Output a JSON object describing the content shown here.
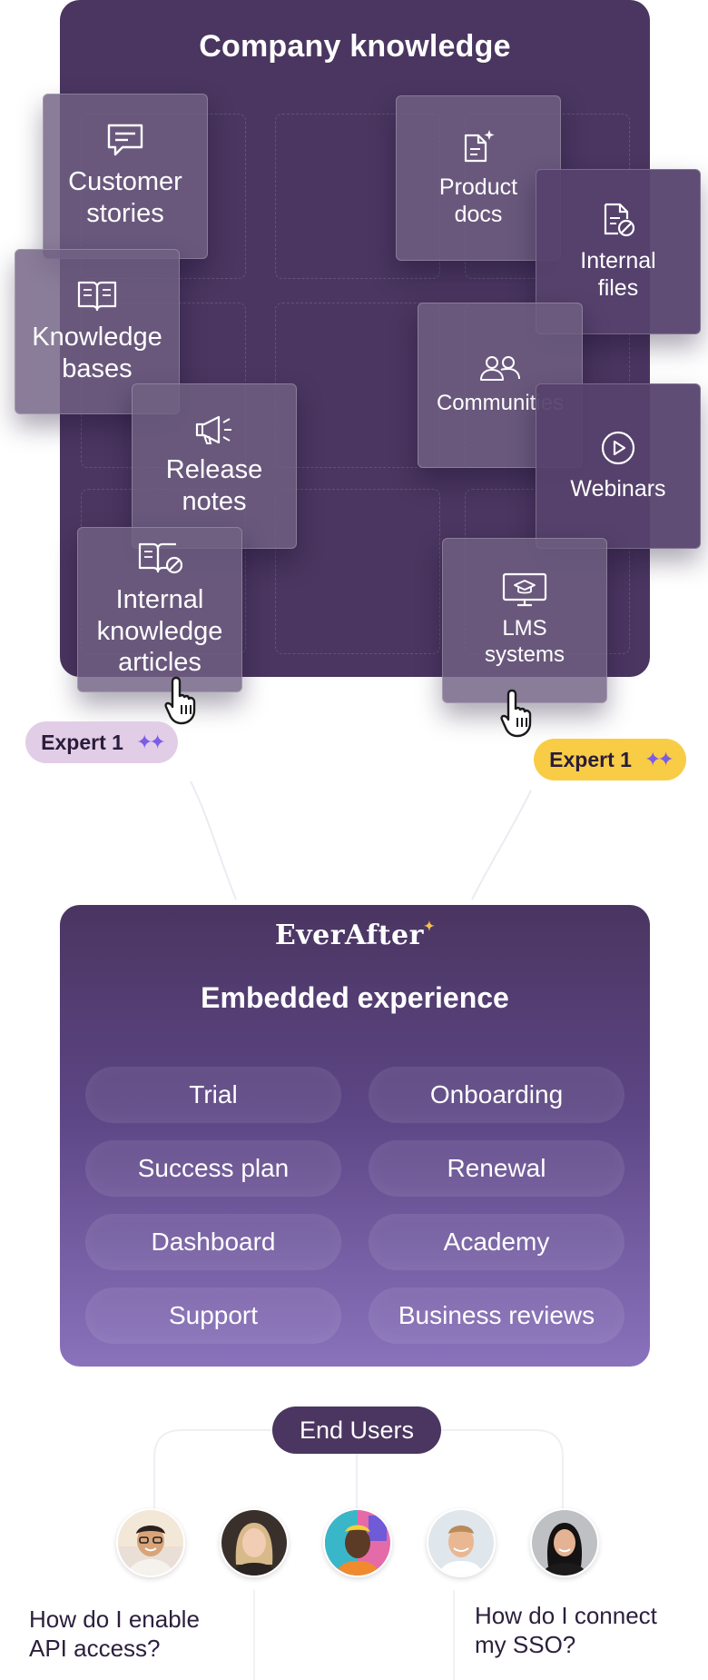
{
  "company_knowledge": {
    "title": "Company knowledge",
    "cards": [
      {
        "id": "customer-stories",
        "line1": "Customer",
        "line2": "stories",
        "icon": "message-icon"
      },
      {
        "id": "product-docs",
        "line1": "Product",
        "line2": "docs",
        "icon": "document-sparkle-icon"
      },
      {
        "id": "internal-files",
        "line1": "Internal",
        "line2": "files",
        "icon": "file-blocked-icon"
      },
      {
        "id": "knowledge-bases",
        "line1": "Knowledge",
        "line2": "bases",
        "icon": "open-book-icon"
      },
      {
        "id": "communities",
        "line1": "Communities",
        "line2": "",
        "icon": "people-icon"
      },
      {
        "id": "release-notes",
        "line1": "Release",
        "line2": "notes",
        "icon": "megaphone-icon"
      },
      {
        "id": "webinars",
        "line1": "Webinars",
        "line2": "",
        "icon": "play-icon"
      },
      {
        "id": "internal-knowledge-articles",
        "line1": "Internal",
        "line2": "knowledge",
        "line3": "articles",
        "icon": "book-blocked-icon"
      },
      {
        "id": "lms-systems",
        "line1": "LMS",
        "line2": "systems",
        "icon": "monitor-graduation-icon"
      }
    ]
  },
  "experts": {
    "left": {
      "label": "Expert 1",
      "color": "#e2cde6"
    },
    "right": {
      "label": "Expert 1",
      "color": "#f8cd45"
    }
  },
  "embedded": {
    "brand": "EverAfter",
    "title": "Embedded experience",
    "pills": [
      "Trial",
      "Onboarding",
      "Success plan",
      "Renewal",
      "Dashboard",
      "Academy",
      "Support",
      "Business reviews"
    ]
  },
  "end_users": {
    "label": "End Users",
    "questions": {
      "left": {
        "line1": "How do I enable",
        "line2": "API access?"
      },
      "right": {
        "line1": "How do I connect",
        "line2": "my SSO?"
      }
    }
  },
  "colors": {
    "panel": "#4a3660",
    "accent_yellow": "#f8cd45",
    "accent_pink": "#e2cde6",
    "text_dark": "#2b1f3d"
  }
}
